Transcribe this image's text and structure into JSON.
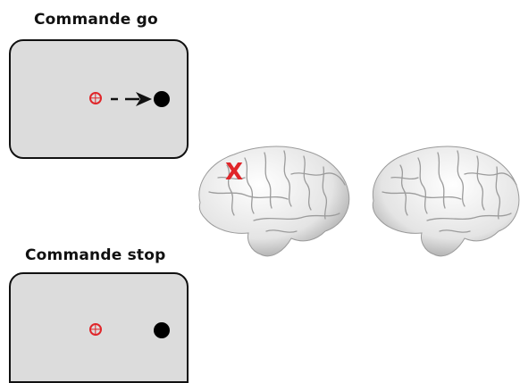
{
  "go_condition": {
    "title": "Commande go"
  },
  "stop_condition": {
    "title": "Commande stop"
  },
  "brain_marker": {
    "label": "X",
    "color": "#e0262a"
  },
  "colors": {
    "panel_fill": "#dcdcdc",
    "fixation": "#e0262a",
    "target": "#000000"
  },
  "icons": {
    "fixation": "crosshair-circle-icon",
    "target": "filled-dot-icon",
    "movement": "dashed-arrow-icon",
    "brain": "brain-lateral-view-icon"
  }
}
